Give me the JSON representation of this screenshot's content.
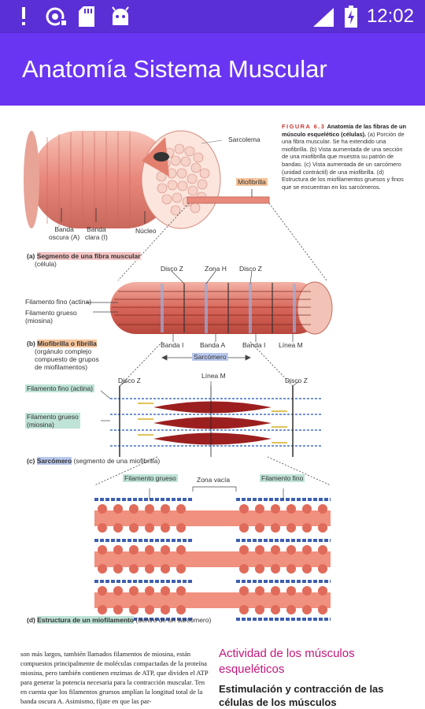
{
  "status_bar": {
    "time": "12:02",
    "icons": [
      "alert-icon",
      "sync-icon",
      "sd-card-icon",
      "android-icon",
      "signal-icon",
      "battery-charging-icon"
    ],
    "bg_color": "#5b2fd6"
  },
  "app_bar": {
    "title": "Anatomía Sistema Muscular",
    "bg_color": "#6a35f2"
  },
  "figure": {
    "caption": {
      "number": "FIGURA 6.3",
      "title": "Anatomía de las fibras de un músculo esquelético (células).",
      "body": "(a) Porción de una fibra muscular. Se ha extendido una miofibrilla. (b) Vista aumentada de una sección de una miofibrilla que muestra su patrón de bandas. (c) Vista aumentada de un sarcómero (unidad contráctil) de una miofibrilla. (d) Estructura de los miofilamentos gruesos y finos que se encuentran en los sarcómeros."
    },
    "labels": {
      "sarcolema": "Sarcolema",
      "miofibrilla": "Miofibrilla",
      "banda_oscura": "Banda\noscura (A)",
      "banda_clara": "Banda\nclara (I)",
      "nucleo": "Núcleo",
      "a_caption_prefix": "(a)",
      "a_caption_bold": "Segmento de una fibra muscular",
      "a_caption_rest": "(célula)",
      "disco_z_1": "Disco Z",
      "zona_h": "Zona H",
      "disco_z_2": "Disco Z",
      "filamento_fino_b": "Filamento fino (actina)",
      "filamento_grueso_b": "Filamento grueso\n(miosina)",
      "b_caption_prefix": "(b)",
      "b_caption_bold": "Miofibrilla o fibrilla",
      "b_caption_rest": "(orgánulo complejo\ncompuesto de grupos\nde miofilamentos)",
      "banda_i_1": "Banda I",
      "banda_a": "Banda A",
      "banda_i_2": "Banda I",
      "linea_m_b": "Línea M",
      "sarcomero": "Sarcómero",
      "disco_z_3": "Disco Z",
      "linea_m_c": "Línea M",
      "disco_z_4": "Disco Z",
      "filamento_fino_c": "Filamento fino (actina)",
      "filamento_grueso_c": "Filamento grueso\n(miosina)",
      "c_caption_prefix": "(c)",
      "c_caption_bold": "Sarcómero",
      "c_caption_rest": "(segmento de una miofibrilla)",
      "filamento_grueso_d": "Filamento grueso",
      "zona_vacia": "Zona vacía",
      "filamento_fino_d": "Filamento fino",
      "d_caption_prefix": "(d)",
      "d_caption_bold": "Estructura de un miofilamento",
      "d_caption_rest": "(dentro de un sarcómero)"
    }
  },
  "book": {
    "body_text": "son más largos, también llamados filamentos de miosina, están compuestos principalmente de moléculas compactadas de la proteína miosina, pero también contienen enzimas de ATP, que dividen el ATP para generar la potencia necesaria para la contracción muscular. Ten en cuenta que los filamentos gruesos amplían la longitud total de la banda oscura A. Asimismo, fíjate en que las par-",
    "section_title": "Actividad de los músculos esqueléticos",
    "section_subtitle": "Estimulación y contracción de las células de los músculos"
  }
}
